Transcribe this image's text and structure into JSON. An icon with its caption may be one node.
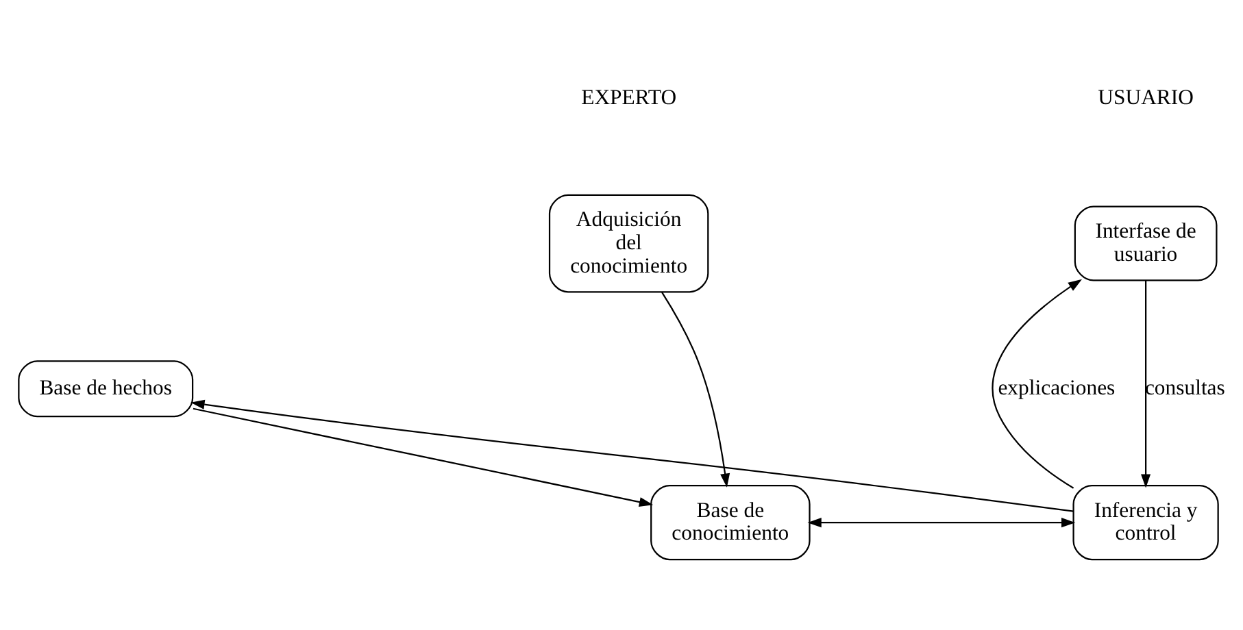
{
  "diagram": {
    "nodes": [
      {
        "text": [
          "Adquisición del conocimiento"
        ]
      },
      {
        "text": [
          "Interfase de usuario"
        ]
      },
      {
        "text": [
          "Base de hechos"
        ]
      },
      {
        "text": [
          "Base de conocimiento"
        ]
      },
      {
        "text": [
          "Inferencia y control"
        ]
      }
    ],
    "edges": [
      {
        "from": 0,
        "to": 3,
        "arrow": "to"
      },
      {
        "from": 2,
        "to": 3,
        "arrow": "to"
      },
      {
        "from": 4,
        "to": 2,
        "arrow": "to"
      },
      {
        "from": 3,
        "to": 4,
        "arrow": "both"
      },
      {
        "from": 1,
        "to": 4,
        "arrow": "to",
        "label": "consultas"
      },
      {
        "from": 4,
        "to": 1,
        "arrow": "to",
        "label": "explicaciones"
      }
    ],
    "labels": [
      "EXPERTO",
      "USUARIO"
    ]
  }
}
